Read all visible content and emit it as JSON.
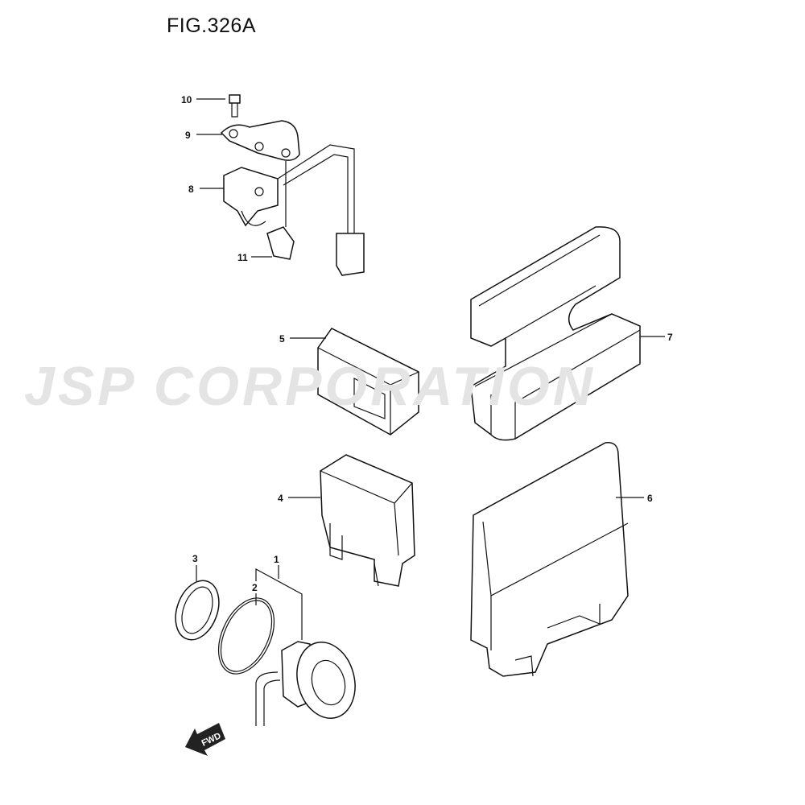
{
  "figure_title": "FIG.326A",
  "watermark": "JSP CORPORATION",
  "direction_arrow": "FWD",
  "callouts": [
    "1",
    "2",
    "3",
    "4",
    "5",
    "6",
    "7",
    "8",
    "9",
    "10",
    "11"
  ]
}
